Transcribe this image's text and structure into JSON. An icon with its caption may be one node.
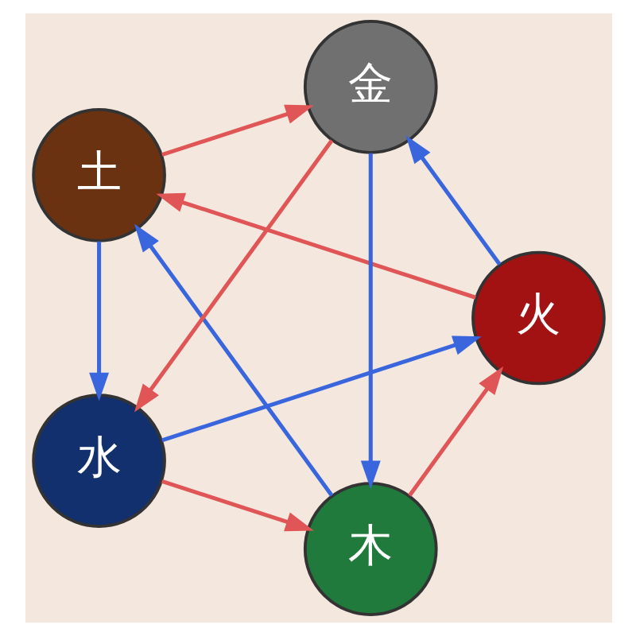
{
  "diagram": {
    "nodes": [
      {
        "text": [
          "木"
        ]
      },
      {
        "text": [
          "火"
        ]
      },
      {
        "text": [
          "土"
        ]
      },
      {
        "text": [
          "金"
        ]
      },
      {
        "text": [
          "水"
        ]
      }
    ],
    "edges": [
      {
        "from": 0,
        "to": 1,
        "arrow": "to",
        "color": "#e05555"
      },
      {
        "from": 1,
        "to": 2,
        "arrow": "to",
        "color": "#e05555"
      },
      {
        "from": 2,
        "to": 3,
        "arrow": "to",
        "color": "#e05555"
      },
      {
        "from": 3,
        "to": 4,
        "arrow": "to",
        "color": "#e05555"
      },
      {
        "from": 4,
        "to": 0,
        "arrow": "to",
        "color": "#e05555"
      },
      {
        "from": 0,
        "to": 2,
        "arrow": "to",
        "color": "#3a66dd"
      },
      {
        "from": 2,
        "to": 4,
        "arrow": "to",
        "color": "#3a66dd"
      },
      {
        "from": 4,
        "to": 1,
        "arrow": "to",
        "color": "#3a66dd"
      },
      {
        "from": 1,
        "to": 3,
        "arrow": "to",
        "color": "#3a66dd"
      },
      {
        "from": 3,
        "to": 0,
        "arrow": "to",
        "color": "#3a66dd"
      }
    ]
  }
}
